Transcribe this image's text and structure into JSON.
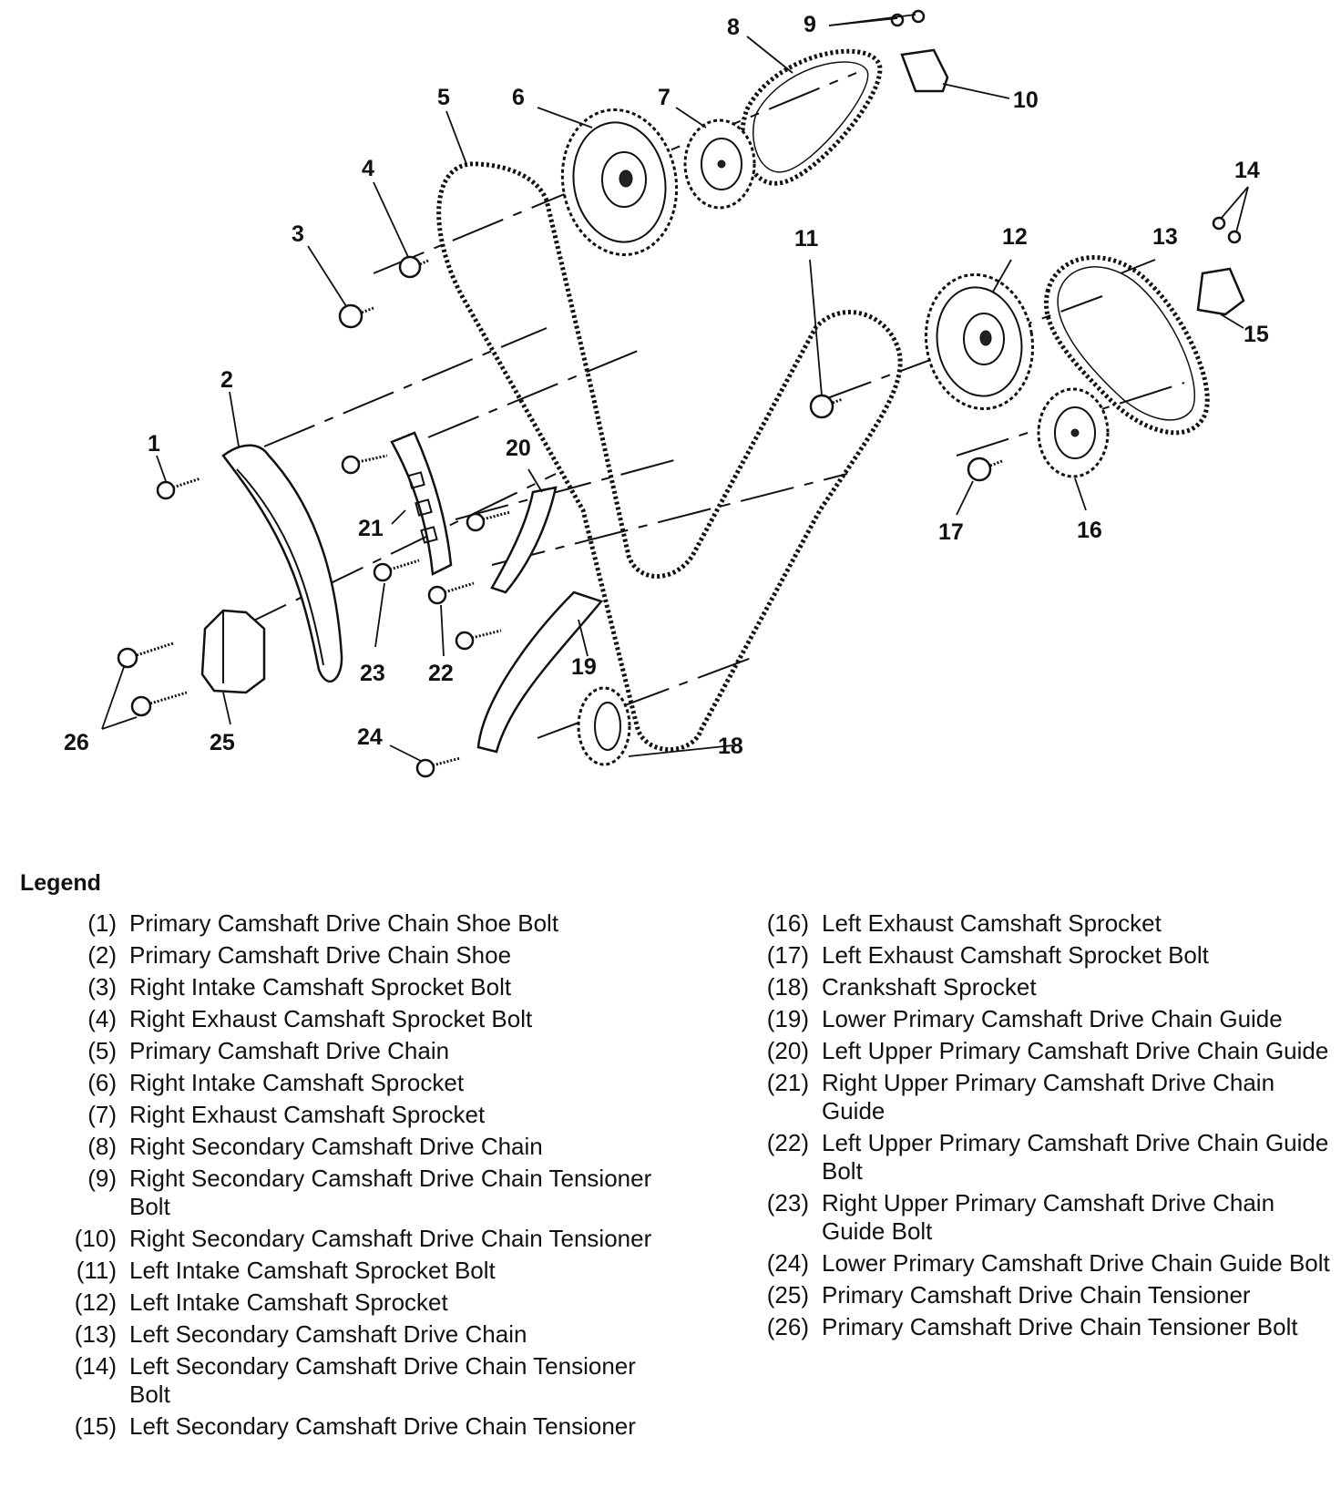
{
  "callouts": [
    "1",
    "2",
    "3",
    "4",
    "5",
    "6",
    "7",
    "8",
    "9",
    "10",
    "11",
    "12",
    "13",
    "14",
    "15",
    "16",
    "17",
    "18",
    "19",
    "20",
    "21",
    "22",
    "23",
    "24",
    "25",
    "26"
  ],
  "legend": {
    "title": "Legend",
    "items": [
      {
        "num": "(1)",
        "text": "Primary Camshaft Drive Chain Shoe Bolt"
      },
      {
        "num": "(2)",
        "text": "Primary Camshaft Drive Chain Shoe"
      },
      {
        "num": "(3)",
        "text": "Right Intake Camshaft Sprocket Bolt"
      },
      {
        "num": "(4)",
        "text": "Right Exhaust Camshaft Sprocket Bolt"
      },
      {
        "num": "(5)",
        "text": "Primary Camshaft Drive Chain"
      },
      {
        "num": "(6)",
        "text": "Right Intake Camshaft Sprocket"
      },
      {
        "num": "(7)",
        "text": "Right Exhaust Camshaft Sprocket"
      },
      {
        "num": "(8)",
        "text": "Right Secondary Camshaft Drive Chain"
      },
      {
        "num": "(9)",
        "text": "Right Secondary Camshaft Drive Chain Tensioner Bolt"
      },
      {
        "num": "(10)",
        "text": "Right Secondary Camshaft Drive Chain Tensioner"
      },
      {
        "num": "(11)",
        "text": "Left Intake Camshaft Sprocket Bolt"
      },
      {
        "num": "(12)",
        "text": "Left Intake Camshaft Sprocket"
      },
      {
        "num": "(13)",
        "text": "Left Secondary Camshaft Drive Chain"
      },
      {
        "num": "(14)",
        "text": "Left Secondary Camshaft Drive Chain Tensioner Bolt"
      },
      {
        "num": "(15)",
        "text": "Left Secondary Camshaft Drive Chain Tensioner"
      },
      {
        "num": "(16)",
        "text": "Left Exhaust Camshaft Sprocket"
      },
      {
        "num": "(17)",
        "text": "Left Exhaust Camshaft Sprocket Bolt"
      },
      {
        "num": "(18)",
        "text": "Crankshaft Sprocket"
      },
      {
        "num": "(19)",
        "text": "Lower Primary Camshaft Drive Chain Guide"
      },
      {
        "num": "(20)",
        "text": "Left Upper Primary Camshaft Drive Chain Guide"
      },
      {
        "num": "(21)",
        "text": "Right Upper Primary Camshaft Drive Chain Guide"
      },
      {
        "num": "(22)",
        "text": "Left Upper Primary Camshaft Drive Chain Guide Bolt"
      },
      {
        "num": "(23)",
        "text": "Right Upper Primary Camshaft Drive Chain Guide Bolt"
      },
      {
        "num": "(24)",
        "text": "Lower Primary Camshaft Drive Chain Guide Bolt"
      },
      {
        "num": "(25)",
        "text": "Primary Camshaft Drive Chain Tensioner"
      },
      {
        "num": "(26)",
        "text": "Primary Camshaft Drive Chain Tensioner Bolt"
      }
    ]
  }
}
